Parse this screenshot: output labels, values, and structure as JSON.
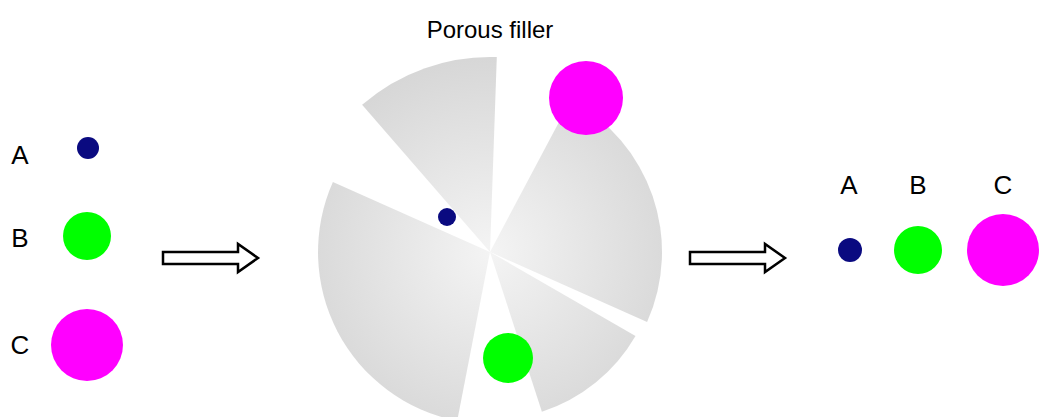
{
  "diagram": {
    "labels": [
      "Porous filler",
      "A",
      "B",
      "C",
      "A",
      "B",
      "C"
    ]
  }
}
